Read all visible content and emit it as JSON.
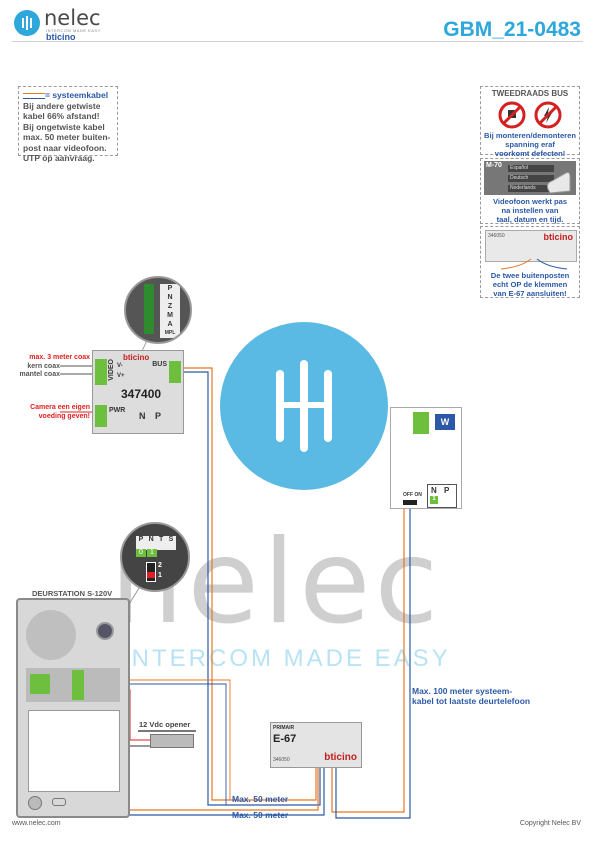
{
  "header": {
    "brand": "nelec",
    "tagline": "INTERCOM MADE EASY",
    "partner": "bticino",
    "doc_id": "GBM_21-0483"
  },
  "legend": {
    "line1": "= systeemkabel",
    "rest": [
      "Bij andere getwiste",
      "kabel 66% afstand!",
      "Bij ongetwiste kabel",
      "max. 50 meter buiten-",
      "post naar videofoon.",
      "UTP op aanvraag."
    ]
  },
  "notes": {
    "tweedraads_title": "TWEEDRAADS BUS",
    "tweedraads_text": [
      "Bij monteren/demonteren",
      "spanning eraf",
      "voorkomt defecten!"
    ],
    "m70_label": "M-70",
    "m70_menu": [
      "Español",
      "Deutsch",
      "Nederlands"
    ],
    "m70_text": [
      "Videofoon werkt pas",
      "na instellen van",
      "taal, datum en tijd."
    ],
    "e67_small_code": "346050",
    "e67_small_brand": "bticino",
    "twee_text": [
      "De twee buitenposten",
      "echt OP de klemmen",
      "van E-67 aansluiten!"
    ]
  },
  "module_347400": {
    "brand": "bticino",
    "model": "347400",
    "video_label": "VIDEO",
    "video_pins": [
      "V-",
      "V+"
    ],
    "bus_label": "BUS",
    "pwr_label": "PWR",
    "bottom_pins": [
      "N",
      "P"
    ],
    "zoom_pins": [
      "P",
      "N",
      "Z",
      "M",
      "A",
      "MPL"
    ],
    "note_coax": "max. 3 meter coax",
    "kern": "kern coax",
    "mantel": "mantel coax",
    "camera_note": [
      "Camera een eigen",
      "voeding geven!"
    ]
  },
  "dip_zoom": {
    "labels": [
      "P",
      "N",
      "T",
      "S"
    ],
    "values": [
      "0",
      "1"
    ],
    "switch_labels": [
      "2",
      "1"
    ]
  },
  "door_station": {
    "label": "DEURSTATION S-120V",
    "opener": "12 Vdc opener"
  },
  "monitor": {
    "badge": "W",
    "pins": [
      "N",
      "P"
    ],
    "val": "1",
    "off_on": "OFF ON"
  },
  "e67": {
    "top_label": "PRIMAIR",
    "model": "E-67",
    "code": "346050",
    "brand": "bticino"
  },
  "distances": {
    "systeem": [
      "Max. 100 meter systeem-",
      "kabel tot laatste deurtelefoon"
    ],
    "max50_a": "Max. 50 meter",
    "max50_b": "Max. 50 meter"
  },
  "watermark": {
    "word": "nelec",
    "tag": "INTERCOM MADE EASY"
  },
  "footer": {
    "left": "www.nelec.com",
    "right": "Copyright Nelec BV"
  },
  "colors": {
    "accent": "#2da7dc",
    "brand_blue": "#2b59a8",
    "warning_red": "#e02020",
    "cable_orange": "#e87722"
  }
}
